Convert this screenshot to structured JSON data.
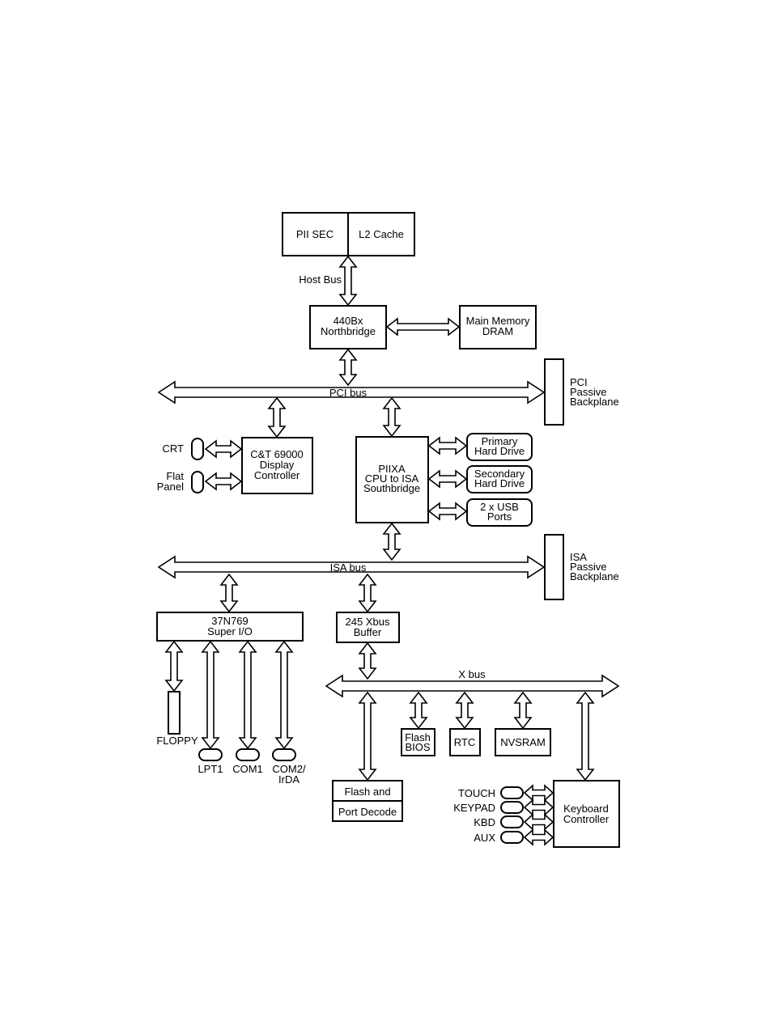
{
  "blocks": {
    "pii_sec": "PII SEC",
    "l2_cache": "L2 Cache",
    "host_bus": "Host Bus",
    "northbridge": [
      "440Bx",
      "Northbridge"
    ],
    "main_memory": [
      "Main Memory",
      "DRAM"
    ],
    "pci_bus": "PCI bus",
    "pci_backplane": [
      "PCI",
      "Passive",
      "Backplane"
    ],
    "crt": "CRT",
    "flat_panel": [
      "Flat",
      "Panel"
    ],
    "display_controller": [
      "C&T 69000",
      "Display",
      "Controller"
    ],
    "southbridge": [
      "PIIXA",
      "CPU to ISA",
      "Southbridge"
    ],
    "primary_hd": [
      "Primary",
      "Hard Drive"
    ],
    "secondary_hd": [
      "Secondary",
      "Hard Drive"
    ],
    "usb_ports": [
      "2 x USB",
      "Ports"
    ],
    "isa_bus": "ISA bus",
    "isa_backplane": [
      "ISA",
      "Passive",
      "Backplane"
    ],
    "super_io": [
      "37N769",
      "Super I/O"
    ],
    "xbus_buffer": [
      "245 Xbus",
      "Buffer"
    ],
    "x_bus": "X bus",
    "floppy": "FLOPPY",
    "lpt1": "LPT1",
    "com1": "COM1",
    "com2": [
      "COM2/",
      "IrDA"
    ],
    "flash_bios": [
      "Flash",
      "BIOS"
    ],
    "rtc": "RTC",
    "nvsram": "NVSRAM",
    "flash_port": [
      "Flash and",
      "Port Decode"
    ],
    "touch": "TOUCH",
    "keypad": "KEYPAD",
    "kbd": "KBD",
    "aux": "AUX",
    "keyboard_controller": [
      "Keyboard",
      "Controller"
    ]
  }
}
